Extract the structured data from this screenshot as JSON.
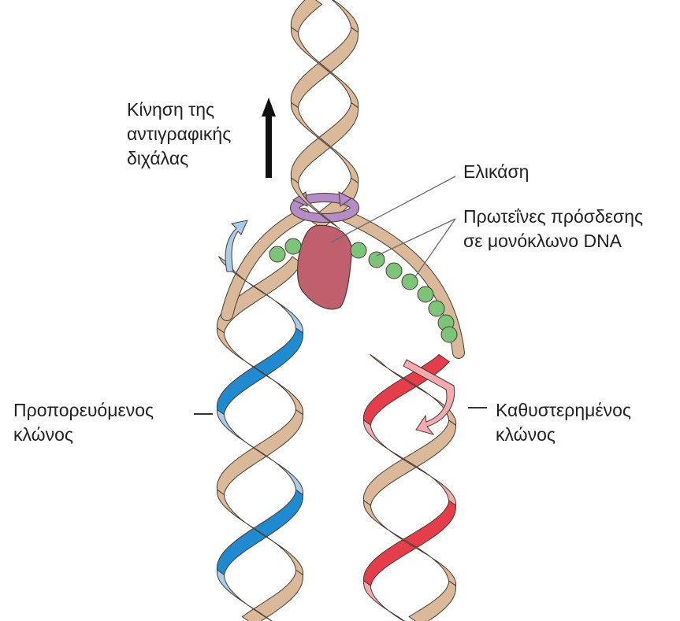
{
  "labels": {
    "fork_movement": {
      "line1": "Κίνηση της",
      "line2": "αντιγραφικής",
      "line3": "διχάλας"
    },
    "helicase": "Ελικάση",
    "ssb": {
      "line1": "Πρωτεΐνες πρόσδεσης",
      "line2": "σε μονόκλωνο DNA"
    },
    "leading": {
      "line1": "Προπορευόμενος",
      "line2": "κλώνος"
    },
    "lagging": {
      "line1": "Καθυστερημένος",
      "line2": "κλώνος"
    }
  },
  "colors": {
    "parental_strand": "#d9b99a",
    "strand_outline": "#4a3a30",
    "leading_dark": "#1f8ad0",
    "leading_light": "#a8cdec",
    "lagging_dark": "#e53d4a",
    "lagging_light": "#f4aaae",
    "helicase": "#c0606e",
    "helicase_ring": "#b48cc6",
    "ssb_protein": "#7cc47a",
    "arrow": "#111111"
  }
}
